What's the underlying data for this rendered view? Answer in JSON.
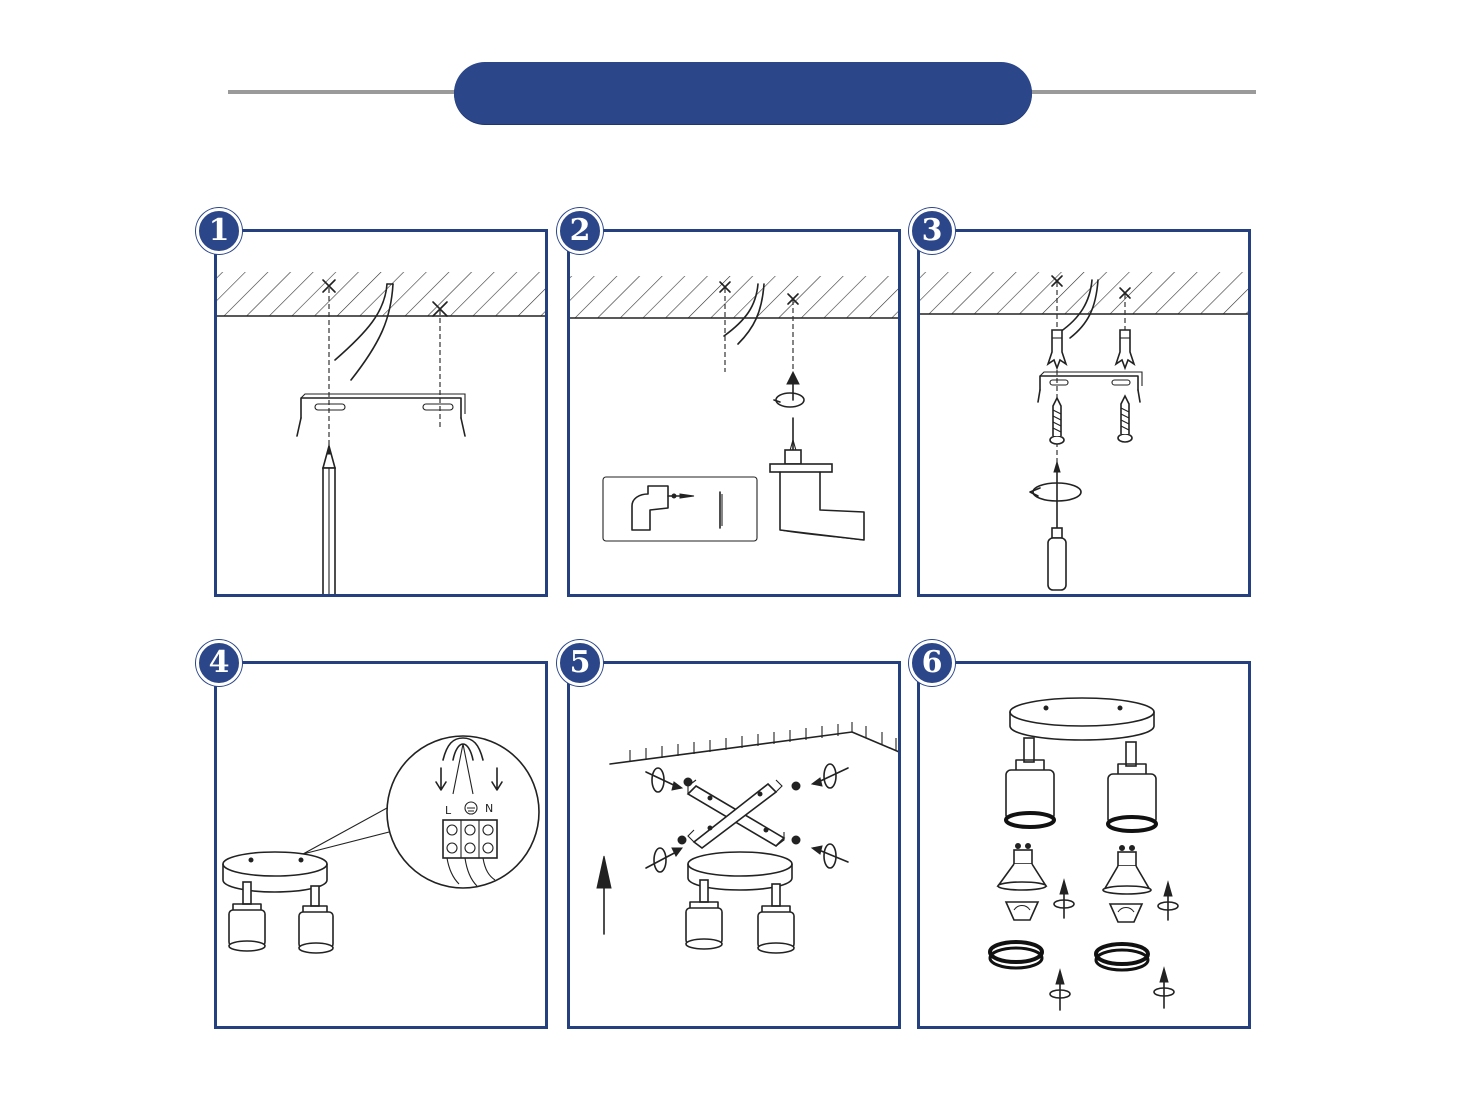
{
  "header": {
    "title": "",
    "accent_color": "#2b4689",
    "line_color": "#9a9a9a"
  },
  "steps": [
    {
      "number": "1",
      "icons": [
        "ceiling-hatch",
        "mark-x-icon",
        "wire-icon",
        "mounting-bracket",
        "pencil-icon"
      ]
    },
    {
      "number": "2",
      "icons": [
        "ceiling-hatch",
        "mark-x-icon",
        "wire-icon",
        "drill-icon",
        "drill-bit-icon",
        "rotation-arrow-icon"
      ]
    },
    {
      "number": "3",
      "icons": [
        "ceiling-hatch",
        "wall-plug-icon",
        "mounting-bracket",
        "screw-icon",
        "screwdriver-icon",
        "rotation-arrow-icon"
      ]
    },
    {
      "number": "4",
      "icons": [
        "ceiling-plate",
        "spotlight-icon",
        "terminal-block-icon"
      ],
      "terminal_labels": [
        "L",
        "N"
      ]
    },
    {
      "number": "5",
      "icons": [
        "ceiling-edge",
        "cross-bracket",
        "screw-icon",
        "rotation-arrow-icon",
        "up-arrow-icon",
        "spotlight-icon"
      ]
    },
    {
      "number": "6",
      "icons": [
        "ceiling-plate",
        "spotlight-icon",
        "gu10-bulb-icon",
        "retaining-ring-icon",
        "rotation-arrow-icon"
      ]
    }
  ]
}
